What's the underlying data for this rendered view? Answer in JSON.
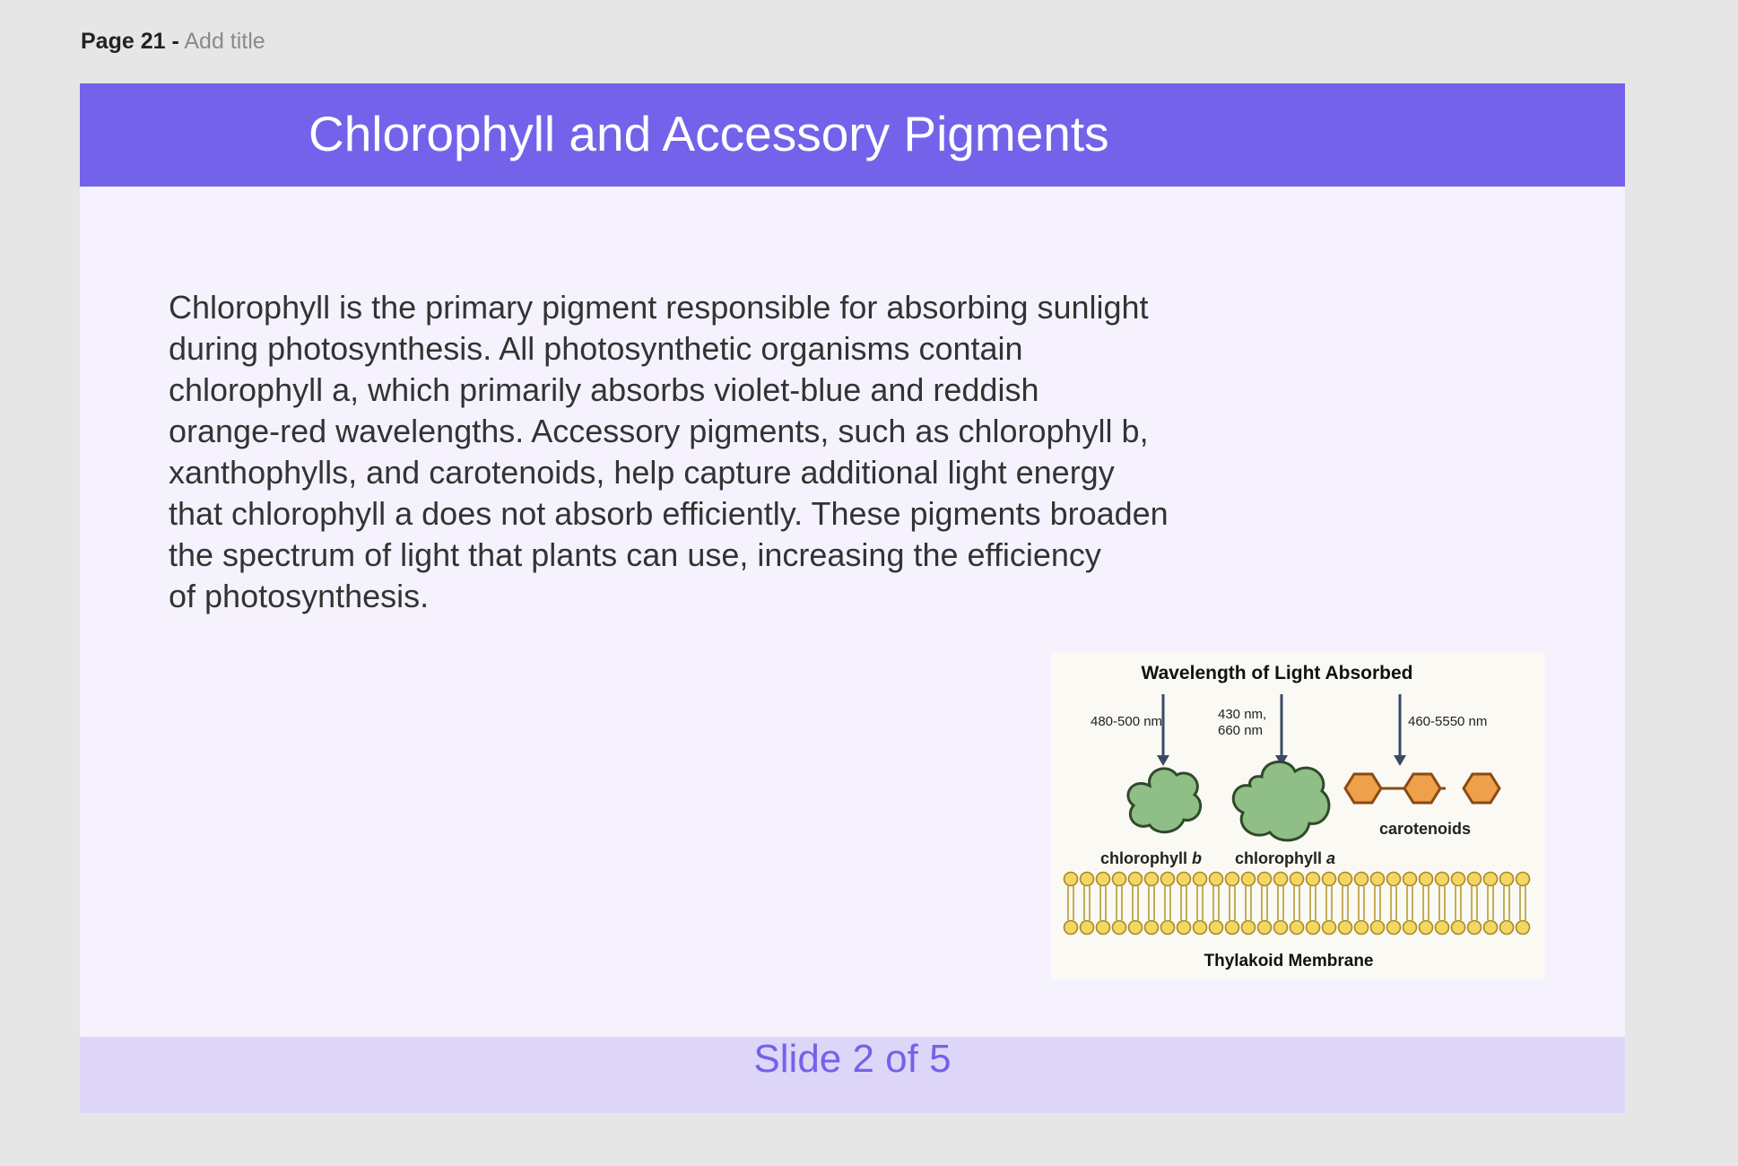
{
  "page": {
    "number_label": "Page 21 -",
    "title_placeholder": "Add title"
  },
  "slide": {
    "title": "Chlorophyll and Accessory Pigments",
    "body_lines": [
      "Chlorophyll is the primary pigment responsible for absorbing sunlight",
      "during photosynthesis. All photosynthetic organisms contain",
      "chlorophyll a, which primarily absorbs violet-blue and reddish",
      "orange-red wavelengths. Accessory pigments, such as chlorophyll b,",
      "xanthophylls, and carotenoids, help capture additional light energy",
      "that chlorophyll a does not absorb efficiently. These pigments broaden",
      "the spectrum of light that plants can use, increasing the efficiency",
      "of photosynthesis."
    ],
    "counter": "Slide 2 of 5"
  },
  "figure": {
    "title": "Wavelength of Light Absorbed",
    "chl_b_range": "480-500 nm",
    "chl_a_range_1": "430 nm,",
    "chl_a_range_2": "660 nm",
    "carotenoid_range": "460-5550 nm",
    "chl_b_label": "chlorophyll",
    "chl_b_letter": "b",
    "chl_a_label": "chlorophyll",
    "chl_a_letter": "a",
    "carotenoid_label": "carotenoids",
    "membrane_label": "Thylakoid Membrane"
  },
  "colors": {
    "header": "#7462ea",
    "slide_bg": "#f5f2fe",
    "footer": "#ddd6f8",
    "chlorophyll": "#8fbf86",
    "carotenoid": "#eea04a",
    "membrane": "#f2d766",
    "arrow": "#3a4a66"
  }
}
